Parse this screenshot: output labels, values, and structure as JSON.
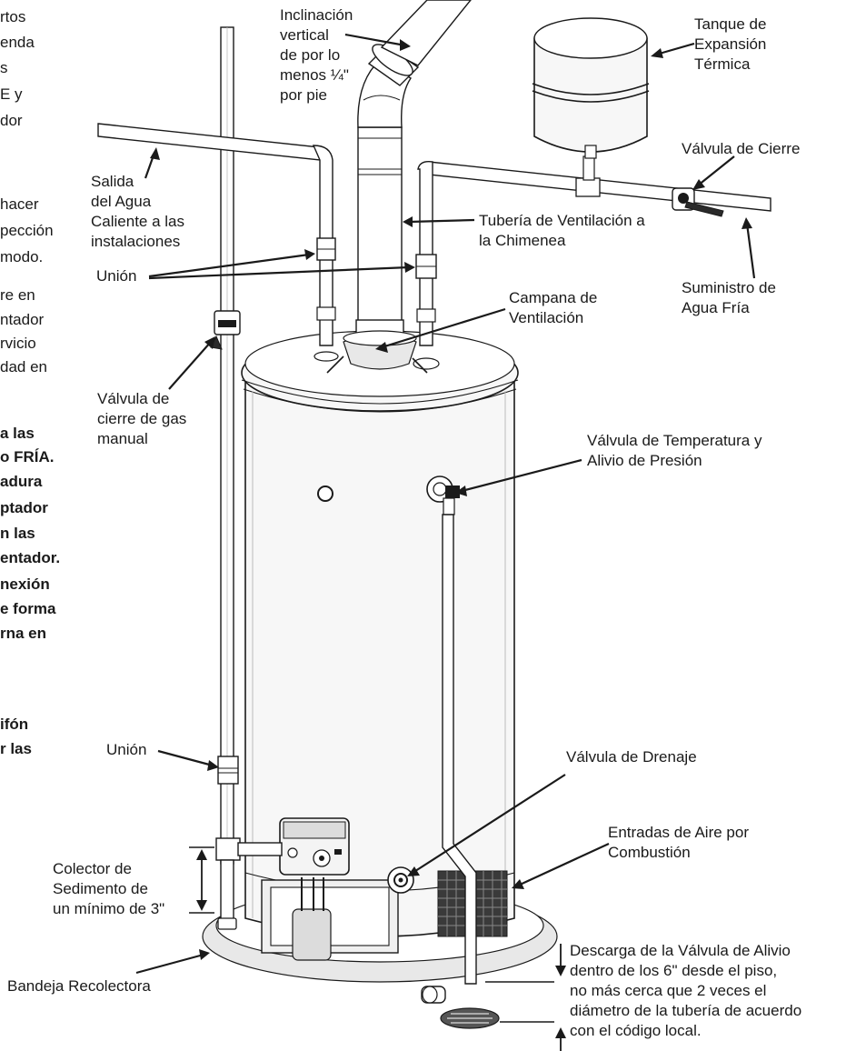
{
  "left_margin_text": {
    "lines": [
      {
        "text": "rtos",
        "bold": false
      },
      {
        "text": "enda",
        "bold": false
      },
      {
        "text": "s",
        "bold": false
      },
      {
        "text": "E y",
        "bold": false
      },
      {
        "text": "dor",
        "bold": false
      },
      {
        "text": "hacer",
        "bold": false
      },
      {
        "text": "pección",
        "bold": false
      },
      {
        "text": "modo.",
        "bold": false
      },
      {
        "text": "re en",
        "bold": false
      },
      {
        "text": "ntador",
        "bold": false
      },
      {
        "text": "rvicio",
        "bold": false
      },
      {
        "text": "dad en",
        "bold": false
      },
      {
        "text": "a las",
        "bold": true
      },
      {
        "text": "o FRÍA.",
        "bold": true
      },
      {
        "text": "adura",
        "bold": true
      },
      {
        "text": "ptador",
        "bold": true
      },
      {
        "text": "n las",
        "bold": true
      },
      {
        "text": "entador.",
        "bold": true
      },
      {
        "text": "nexión",
        "bold": true
      },
      {
        "text": "e forma",
        "bold": true
      },
      {
        "text": "rna en",
        "bold": true
      },
      {
        "text": "ifón",
        "bold": true
      },
      {
        "text": "r las",
        "bold": true
      }
    ]
  },
  "labels": {
    "slope": [
      "Inclinación",
      "vertical",
      "de por lo",
      "menos ¼\"",
      "por pie"
    ],
    "expansion_tank": [
      "Tanque de",
      "Expansión",
      "Térmica"
    ],
    "shutoff_valve": [
      "Válvula de Cierre"
    ],
    "hot_outlet": [
      "Salida",
      "del Agua",
      "Caliente a las",
      "instalaciones"
    ],
    "vent_pipe": [
      "Tubería de Ventilación a",
      "la Chimenea"
    ],
    "cold_supply": [
      "Suministro de",
      "Agua Fría"
    ],
    "union_top": [
      "Unión"
    ],
    "vent_hood": [
      "Campana de",
      "Ventilación"
    ],
    "gas_valve": [
      "Válvula de",
      "cierre de gas",
      "manual"
    ],
    "tp_valve": [
      "Válvula de Temperatura y",
      "Alivio de Presión"
    ],
    "union_bottom": [
      "Unión"
    ],
    "drain_valve": [
      "Válvula de Drenaje"
    ],
    "air_inlets": [
      "Entradas de Aire por",
      "Combustión"
    ],
    "sediment_trap": [
      "Colector de",
      "Sedimento de",
      "un mínimo de 3\""
    ],
    "drain_pan": [
      "Bandeja Recolectora"
    ],
    "relief_discharge": [
      "Descarga de la Válvula de Alivio",
      "dentro de los 6\" desde el piso,",
      "no más cerca que 2 veces el",
      "diámetro de la tubería de acuerdo",
      "con el código local."
    ]
  }
}
